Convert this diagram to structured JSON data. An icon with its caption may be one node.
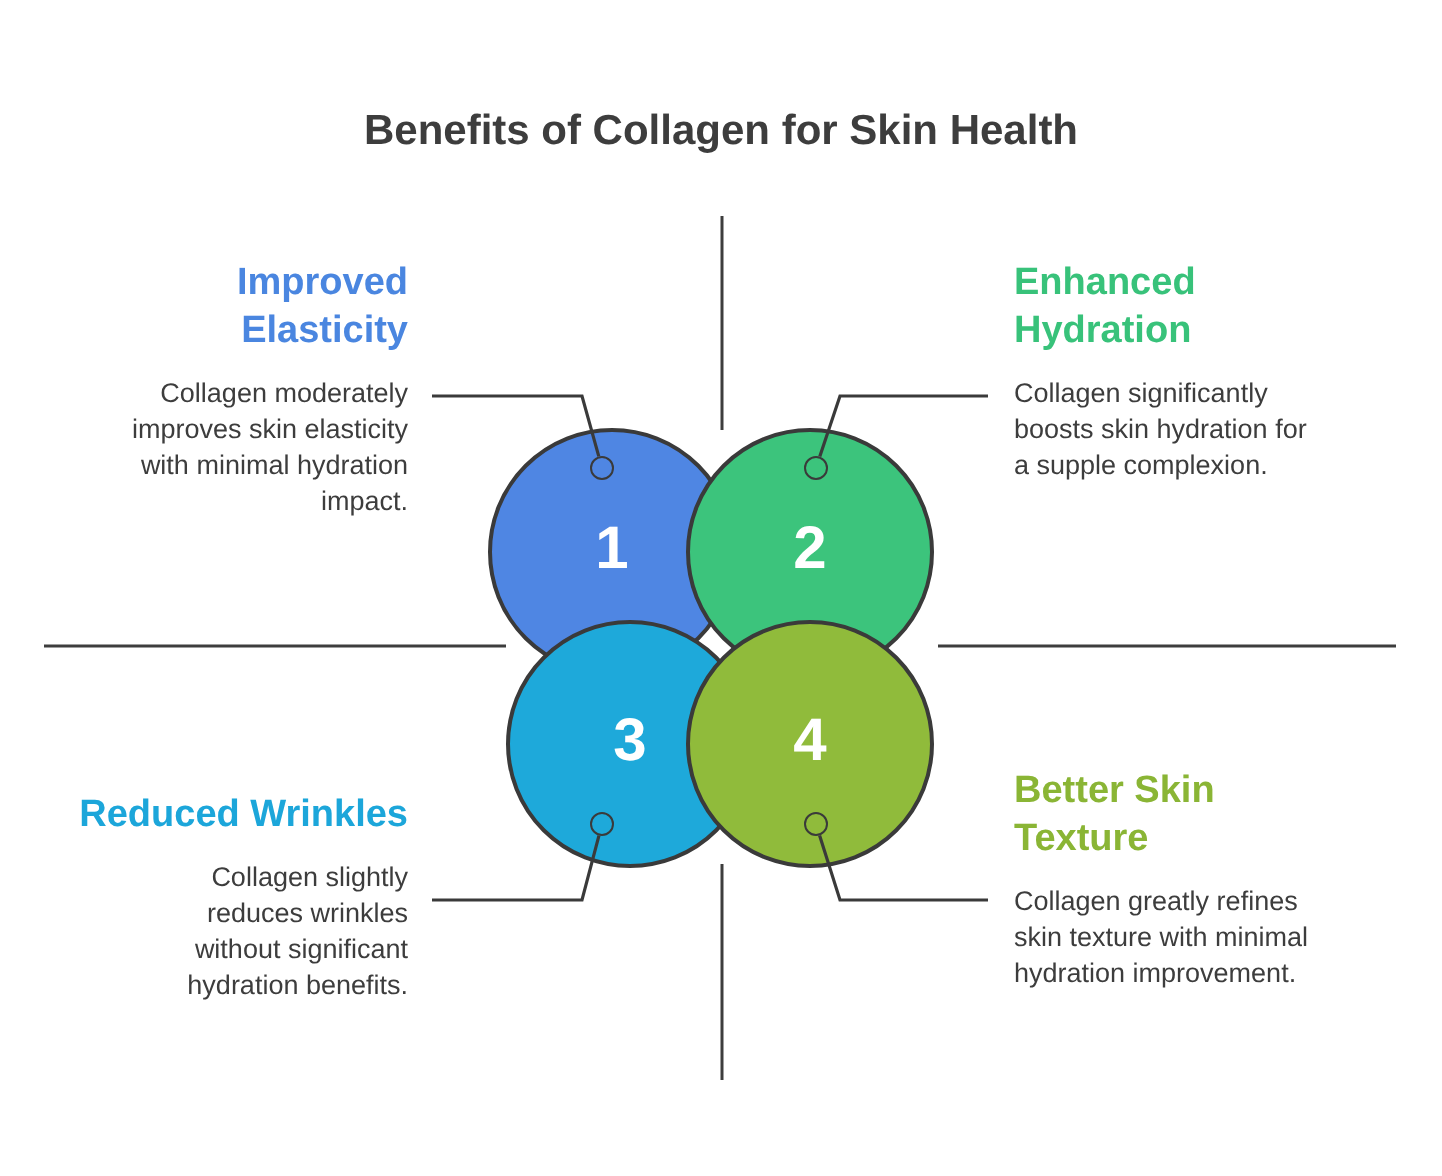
{
  "diagram": {
    "title": "Benefits of Collagen for Skin Health",
    "nodes": [
      {
        "text": [
          "Improved Elasticity",
          "Collagen moderately improves skin elasticity with minimal hydration impact."
        ]
      },
      {
        "text": [
          "Enhanced Hydration",
          "Collagen significantly boosts skin hydration for a supple complexion."
        ]
      },
      {
        "text": [
          "1"
        ]
      },
      {
        "text": [],
        "shape": "circle",
        "in": 2
      },
      {
        "text": [
          "2"
        ]
      },
      {
        "text": [],
        "shape": "circle",
        "in": 4
      },
      {
        "text": [
          "3"
        ]
      },
      {
        "text": [],
        "shape": "circle",
        "in": 6
      },
      {
        "text": [
          "4"
        ]
      },
      {
        "text": [],
        "shape": "circle",
        "in": 8
      },
      {
        "text": [
          "Reduced Wrinkles",
          "Collagen slightly reduces wrinkles without significant hydration benefits."
        ]
      },
      {
        "text": [
          "Better Skin Texture",
          "Collagen greatly refines skin texture with minimal hydration improvement."
        ]
      }
    ],
    "edges": [
      {
        "from": 0,
        "to": 3,
        "arrow": "none"
      },
      {
        "from": 1,
        "to": 5,
        "arrow": "none"
      },
      {
        "from": 10,
        "to": 7,
        "arrow": "none"
      },
      {
        "from": 11,
        "to": 9,
        "arrow": "none"
      }
    ]
  }
}
